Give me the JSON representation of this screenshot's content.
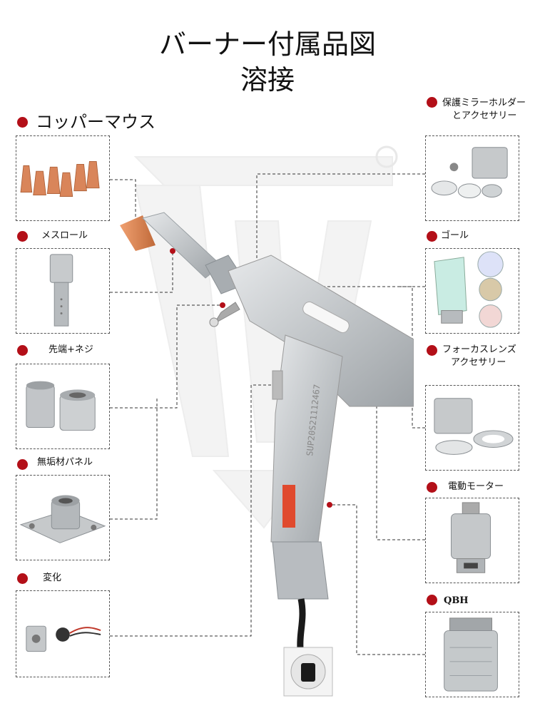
{
  "title": {
    "line1": "バーナー付属品図",
    "line2": "溶接"
  },
  "gun": {
    "engraving": "SUP20S21112467"
  },
  "parts_left": [
    {
      "id": "copper-nozzle",
      "label": "コッパーマウス"
    },
    {
      "id": "nozzle-holder",
      "label": "メスロール"
    },
    {
      "id": "tip-screw",
      "label": "先端+ネジ"
    },
    {
      "id": "panel",
      "label": "無垢材パネル"
    },
    {
      "id": "change",
      "label": "変化"
    }
  ],
  "parts_right": [
    {
      "id": "protect-mirror",
      "label_line1": "保護ミラーホルダー",
      "label_line2": "とアクセサリー"
    },
    {
      "id": "goal",
      "label_line1": "ゴール",
      "label_line2": ""
    },
    {
      "id": "focus-lens",
      "label_line1": "フォーカスレンズ",
      "label_line2": "アクセサリー"
    },
    {
      "id": "motor",
      "label_line1": "電動モーター",
      "label_line2": ""
    },
    {
      "id": "qbh",
      "label_line1": "QBH",
      "label_line2": ""
    }
  ],
  "colors": {
    "accent_dot": "#b30f18",
    "copper": "#d9855a",
    "metal": "#bfc3c6",
    "dark_metal": "#8d9296"
  }
}
